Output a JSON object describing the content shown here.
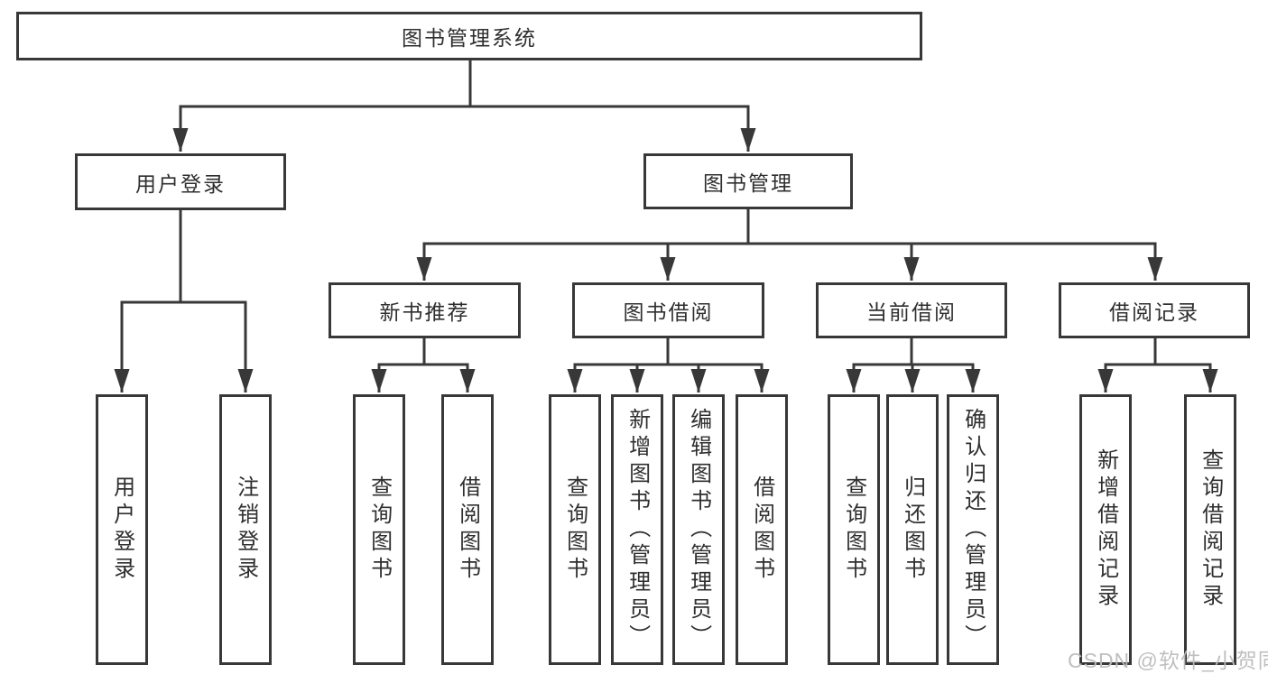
{
  "diagram": {
    "root": {
      "label": "图书管理系统"
    },
    "level1": [
      {
        "label": "用户登录",
        "children": [
          {
            "label": "用户登录"
          },
          {
            "label": "注销登录"
          }
        ]
      },
      {
        "label": "图书管理",
        "children": [
          {
            "label": "新书推荐",
            "children": [
              {
                "label": "查询图书"
              },
              {
                "label": "借阅图书"
              }
            ]
          },
          {
            "label": "图书借阅",
            "children": [
              {
                "label": "查询图书"
              },
              {
                "label": "新增图书（管理员）"
              },
              {
                "label": "编辑图书（管理员）"
              },
              {
                "label": "借阅图书"
              }
            ]
          },
          {
            "label": "当前借阅",
            "children": [
              {
                "label": "查询图书"
              },
              {
                "label": "归还图书"
              },
              {
                "label": "确认归还（管理员）"
              }
            ]
          },
          {
            "label": "借阅记录",
            "children": [
              {
                "label": "新增借阅记录"
              },
              {
                "label": "查询借阅记录"
              }
            ]
          }
        ]
      }
    ],
    "watermark": "CSDN @软件_小贺同学",
    "colors": {
      "line": "#383838",
      "box_border": "#383838",
      "text": "#2f2f2f",
      "watermark": "#bcbcbe",
      "background": "#ffffff"
    }
  }
}
